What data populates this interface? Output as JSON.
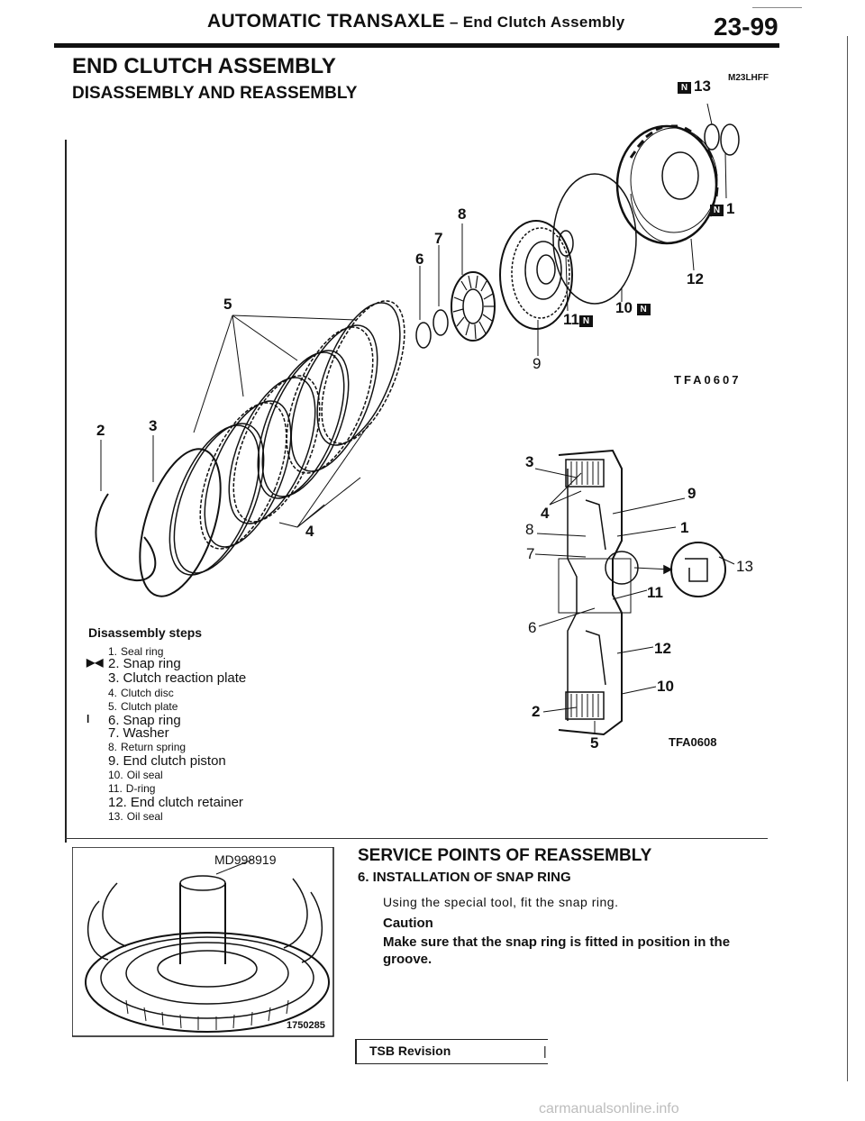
{
  "header": {
    "title_main": "AUTOMATIC TRANSAXLE",
    "title_sep": " – ",
    "title_sub": "End Clutch Assembly",
    "page": "23-99"
  },
  "section": {
    "title": "END CLUTCH ASSEMBLY",
    "subtitle": "DISASSEMBLY AND REASSEMBLY",
    "code": "M23LHFF"
  },
  "exploded_view": {
    "code": "TFA0607",
    "mark_letter": "N",
    "labels": {
      "l1": "1",
      "l2": "2",
      "l3": "3",
      "l4": "4",
      "l5": "5",
      "l6": "6",
      "l7": "7",
      "l8": "8",
      "l9": "9",
      "l10": "10",
      "l11": "11",
      "l12": "12",
      "l13": "13"
    }
  },
  "section_view": {
    "code": "TFA0608",
    "labels": {
      "s1": "1",
      "s2": "2",
      "s3": "3",
      "s4": "4",
      "s5": "5",
      "s6": "6",
      "s7": "7",
      "s8": "8",
      "s9": "9",
      "s10": "10",
      "s11": "11",
      "s12": "12",
      "s13": "13"
    }
  },
  "steps": {
    "title": "Disassembly steps",
    "items": [
      {
        "num": "1.",
        "label": "Seal ring",
        "mark": ""
      },
      {
        "num": "2.",
        "label": "Snap ring",
        "mark": "▶◀"
      },
      {
        "num": "3.",
        "label": "Clutch reaction plate",
        "mark": ""
      },
      {
        "num": "4.",
        "label": "Clutch disc",
        "mark": ""
      },
      {
        "num": "5.",
        "label": "Clutch plate",
        "mark": ""
      },
      {
        "num": "6.",
        "label": "Snap ring",
        "mark": "l"
      },
      {
        "num": "7.",
        "label": "Washer",
        "mark": ""
      },
      {
        "num": "8.",
        "label": "Return spring",
        "mark": ""
      },
      {
        "num": "9.",
        "label": "End clutch piston",
        "mark": ""
      },
      {
        "num": "10.",
        "label": "Oil seal",
        "mark": ""
      },
      {
        "num": "11.",
        "label": "D-ring",
        "mark": ""
      },
      {
        "num": "12.",
        "label": "End clutch retainer",
        "mark": ""
      },
      {
        "num": "13.",
        "label": "Oil seal",
        "mark": ""
      }
    ]
  },
  "photo": {
    "tool": "MD998919",
    "code": "1750285"
  },
  "service": {
    "title": "SERVICE POINTS OF REASSEMBLY",
    "heading": "6. INSTALLATION OF SNAP RING",
    "text": "Using the special tool, fit the snap ring.",
    "caution_label": "Caution",
    "caution_text": "Make sure that the snap ring is fitted in position in the groove."
  },
  "footer": {
    "tsb": "TSB Revision",
    "end_mark": "|",
    "watermark": "carmanualsonline.info"
  }
}
